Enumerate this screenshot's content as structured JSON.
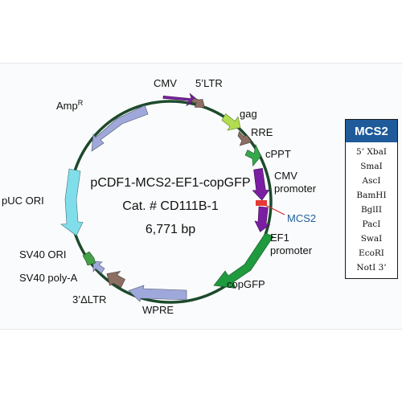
{
  "plasmid": {
    "name": "pCDF1-MCS2-EF1-copGFP",
    "catalog": "Cat. # CD111B-1",
    "size": "6,771 bp"
  },
  "features": {
    "cmv_top": "CMV",
    "ltr5": "5’LTR",
    "gag": "gag",
    "rre": "RRE",
    "cppt": "cPPT",
    "cmv_promoter": "CMV\npromoter",
    "mcs2": "MCS2",
    "ef1_promoter": "EF1\npromoter",
    "copgfp": "copGFP",
    "wpre": "WPRE",
    "ltr3": "3’ΔLTR",
    "sv40_polya": "SV40 poly-A",
    "sv40_ori": "SV40 ORI",
    "puc_ori": "pUC ORI",
    "ampr": "Amp",
    "ampr_sup": "R"
  },
  "mcs_box": {
    "title": "MCS2",
    "sites": [
      "5’ XbaI",
      "SmaI",
      "AscI",
      "BamHI",
      "BglII",
      "PacI",
      "SwaI",
      "EcoRI",
      "NotI 3’"
    ]
  },
  "colors": {
    "backbone": "#1d4a2c",
    "cmv": "#7b1fa2",
    "ltr": "#8d6e63",
    "gag": "#b2dd4f",
    "cppt": "#34a84a",
    "ef1": "#1f9a3e",
    "mcs": "#e53935",
    "wpre": "#9fa8da",
    "ori": "#80deea",
    "ampr": "#9fa8da",
    "sv40": "#43a047",
    "header": "#1f5a9a"
  }
}
